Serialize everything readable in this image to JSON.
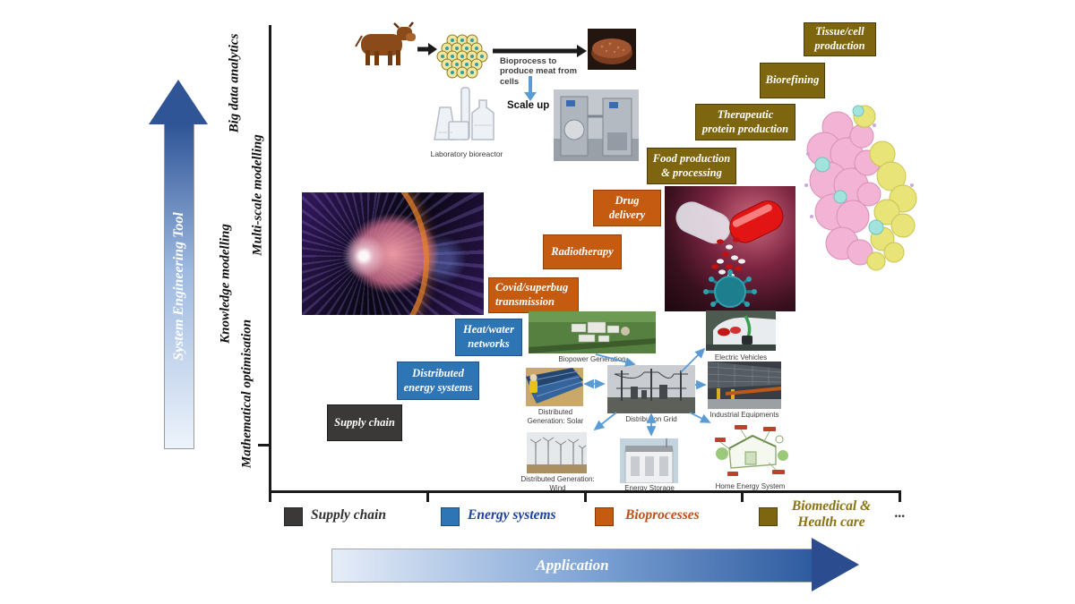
{
  "y_axis": {
    "arrow_label": "System Engineering Tool",
    "levels": [
      {
        "label": "Mathematical optimisation"
      },
      {
        "label": "Knowledge modelling"
      },
      {
        "label": "Multi-scale modelling"
      },
      {
        "label": "Big data analytics"
      }
    ]
  },
  "x_axis": {
    "arrow_label": "Application",
    "ellipsis": "...",
    "legend": [
      {
        "label": "Supply chain",
        "color": "#3b3838",
        "text_color": "#2f2f2f"
      },
      {
        "label": "Energy systems",
        "color": "#2e75b6",
        "text_color": "#1f419b"
      },
      {
        "label": "Bioprocesses",
        "color": "#c55a11",
        "text_color": "#c14f16"
      },
      {
        "label": "Biomedical & Health care",
        "color": "#7e650f",
        "text_color": "#8a7210"
      }
    ]
  },
  "boxes": {
    "supply_chain": {
      "label": "Supply chain"
    },
    "distributed_energy": {
      "label": "Distributed energy systems"
    },
    "heat_water": {
      "label": "Heat/water networks"
    },
    "covid": {
      "label": "Covid/superbug transmission"
    },
    "radiotherapy": {
      "label": "Radiotherapy"
    },
    "drug_delivery": {
      "label": "Drug delivery"
    },
    "food_production": {
      "label": "Food production & processing"
    },
    "therapeutic_protein": {
      "label": "Therapeutic protein production"
    },
    "biorefining": {
      "label": "Biorefining"
    },
    "tissue_cell": {
      "label": "Tissue/cell production"
    }
  },
  "meat_process": {
    "bioprocess_arrow_label": "Bioprocess to produce meat from cells",
    "scale_up_label": "Scale up",
    "lab_bioreactor_caption": "Laboratory bioreactor"
  },
  "energy_cluster": {
    "captions": {
      "biopower": "Biopower Generation",
      "electric_vehicles": "Electric Vehicles",
      "solar": "Distributed Generation: Solar",
      "grid": "Distribution Grid",
      "industrial": "Industrial Equipments",
      "wind": "Distributed Generation: Wind",
      "storage": "Energy Storage",
      "home": "Home Energy System"
    }
  },
  "illustrations": [
    "cow-illustration",
    "cell-culture-illustration",
    "meat-patty-photo",
    "laboratory-bioreactor-photo",
    "industrial-bioreactor-photo",
    "supernova-simulation-image",
    "capsule-virus-image",
    "protein-structure-image",
    "biopower-generation-photo",
    "electric-vehicle-photo",
    "solar-generation-photo",
    "distribution-grid-photo",
    "industrial-equipment-photo",
    "wind-generation-photo",
    "energy-storage-photo",
    "home-energy-system-diagram"
  ],
  "colors": {
    "supply_chain_box": "#3b3838",
    "energy_box": "#2e75b6",
    "bioprocess_box": "#c55a11",
    "biomedical_box": "#7e650f",
    "connector_arrow": "#5b9bd5",
    "gradient_arrow_dark": "#2f5597"
  }
}
